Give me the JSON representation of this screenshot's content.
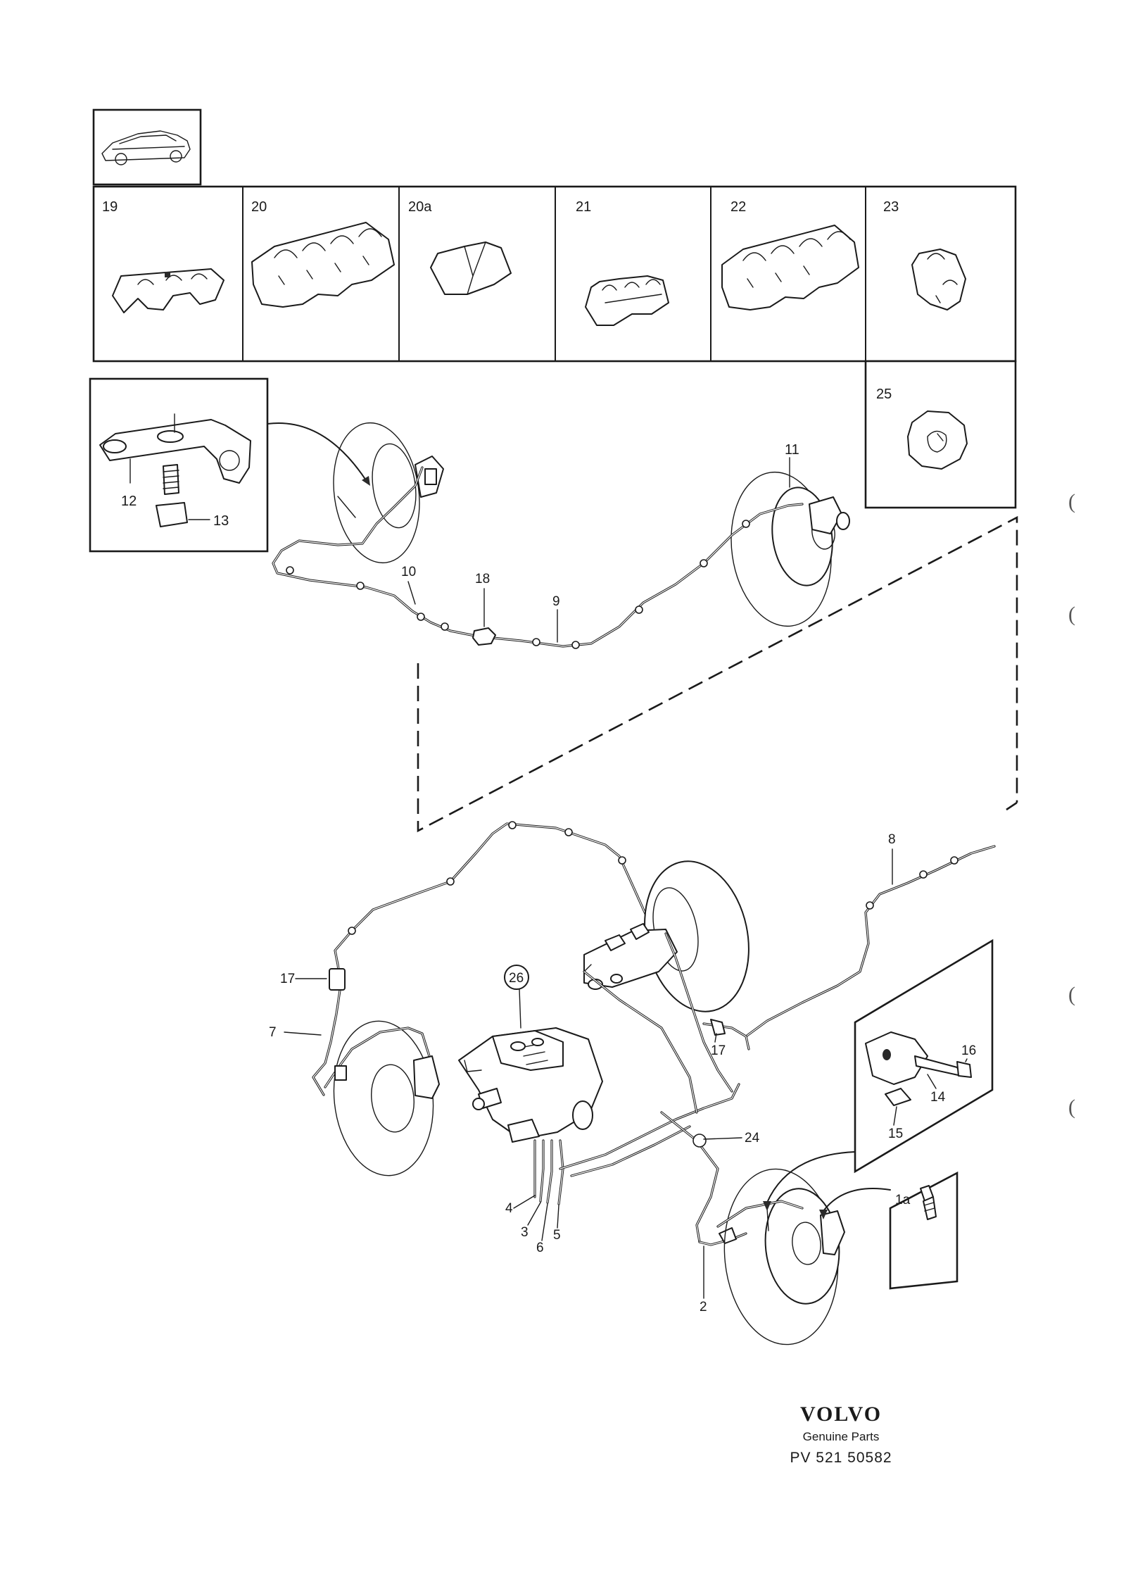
{
  "callouts": {
    "c19": "19",
    "c20": "20",
    "c20a": "20a",
    "c21": "21",
    "c22": "22",
    "c23": "23",
    "c25": "25",
    "c12": "12",
    "c13": "13",
    "c11": "11",
    "c10": "10",
    "c18": "18",
    "c9": "9",
    "c8": "8",
    "c17a": "17",
    "c17b": "17",
    "c7": "7",
    "c26": "26",
    "c16": "16",
    "c14": "14",
    "c15": "15",
    "c24": "24",
    "c1a": "1a",
    "c4": "4",
    "c3": "3",
    "c6": "6",
    "c5": "5",
    "c2": "2"
  },
  "brand": {
    "name": "VOLVO",
    "tagline": "Genuine Parts",
    "part_number": "PV 521 50582"
  },
  "margin_marks": [
    "(",
    "(",
    "(",
    "("
  ]
}
